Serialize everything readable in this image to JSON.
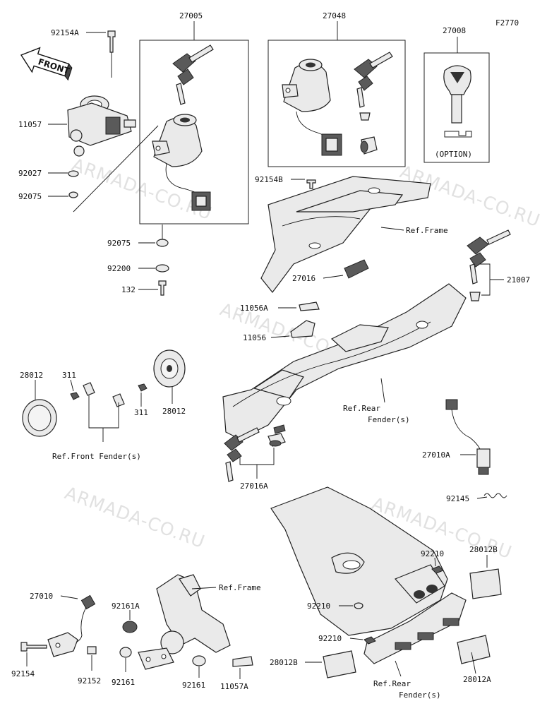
{
  "diagram_code": "F2770",
  "front_label": "FRONT",
  "watermark": "ARMADA-CO.RU",
  "labels": {
    "p27005": "27005",
    "p27048": "27048",
    "p27008": "27008",
    "option": "(OPTION)",
    "p92154A": "92154A",
    "p11057": "11057",
    "p92027": "92027",
    "p92075a": "92075",
    "p92075b": "92075",
    "p92200": "92200",
    "p132": "132",
    "p92154B": "92154B",
    "ref_frame_1": "Ref.Frame",
    "p27016": "27016",
    "p21007": "21007",
    "p11056A": "11056A",
    "p11056": "11056",
    "p28012_left": "28012",
    "p311_left": "311",
    "p311_right": "311",
    "p28012_right": "28012",
    "ref_front_fender": "Ref.Front Fender(s)",
    "ref_rear_fender_1a": "Ref.Rear",
    "ref_rear_fender_1b": "Fender(s)",
    "p27010A": "27010A",
    "p27016A": "27016A",
    "p92145": "92145",
    "p92210_a": "92210",
    "p28012B_right": "28012B",
    "p27010": "27010",
    "ref_frame_2": "Ref.Frame",
    "p92161A": "92161A",
    "p92210_b": "92210",
    "p92210_c": "92210",
    "p28012B_left": "28012B",
    "p28012A": "28012A",
    "p92154": "92154",
    "p92152": "92152",
    "p92161_a": "92161",
    "p92161_b": "92161",
    "p11057A": "11057A",
    "ref_rear_fender_2a": "Ref.Rear",
    "ref_rear_fender_2b": "Fender(s)"
  }
}
